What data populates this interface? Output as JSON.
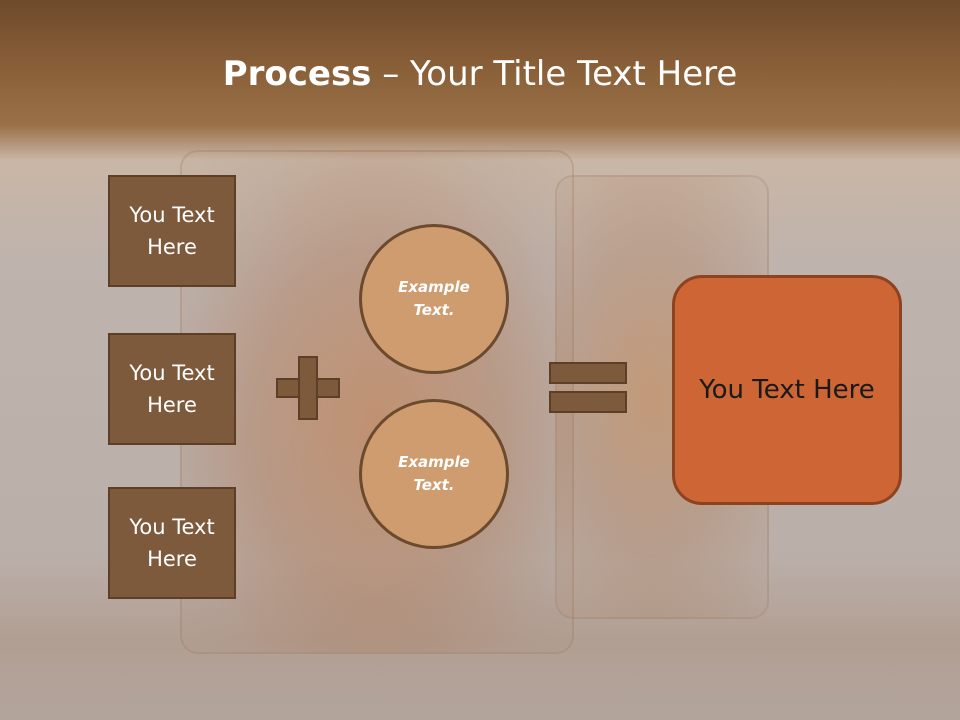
{
  "slide": {
    "title_bold": "Process",
    "title_rest": " – Your Title Text Here",
    "boxes": [
      "You Text Here",
      "You Text Here",
      "You Text Here"
    ],
    "circles": [
      "Example Text.",
      "Example Text."
    ],
    "result": "You Text Here"
  },
  "colors": {
    "box_fill": "#7d5a3c",
    "circle_fill": "#cf9c6f",
    "result_fill": "#cd6534",
    "title_text": "#ffffff"
  },
  "icons": {
    "plus": "plus-icon",
    "equals": "equals-icon"
  }
}
